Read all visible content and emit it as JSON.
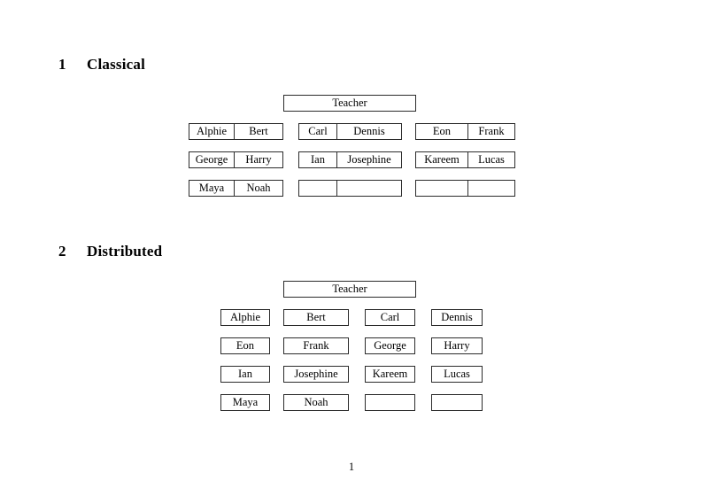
{
  "document": {
    "page_number": "1"
  },
  "sections": [
    {
      "number": "1",
      "title": "Classical",
      "teacher_label": "Teacher",
      "groups": [
        {
          "name": "group-a",
          "rows": [
            {
              "left": "Alphie",
              "right": "Bert"
            },
            {
              "left": "George",
              "right": "Harry"
            },
            {
              "left": "Maya",
              "right": "Noah"
            }
          ]
        },
        {
          "name": "group-b",
          "rows": [
            {
              "left": "Carl",
              "right": "Dennis"
            },
            {
              "left": "Ian",
              "right": "Josephine"
            },
            {
              "left": "",
              "right": ""
            }
          ]
        },
        {
          "name": "group-c",
          "rows": [
            {
              "left": "Eon",
              "right": "Frank"
            },
            {
              "left": "Kareem",
              "right": "Lucas"
            },
            {
              "left": "",
              "right": ""
            }
          ]
        }
      ]
    },
    {
      "number": "2",
      "title": "Distributed",
      "teacher_label": "Teacher",
      "rows": [
        [
          "Alphie",
          "Bert",
          "Carl",
          "Dennis"
        ],
        [
          "Eon",
          "Frank",
          "George",
          "Harry"
        ],
        [
          "Ian",
          "Josephine",
          "Kareem",
          "Lucas"
        ],
        [
          "Maya",
          "Noah",
          "",
          ""
        ]
      ]
    }
  ]
}
